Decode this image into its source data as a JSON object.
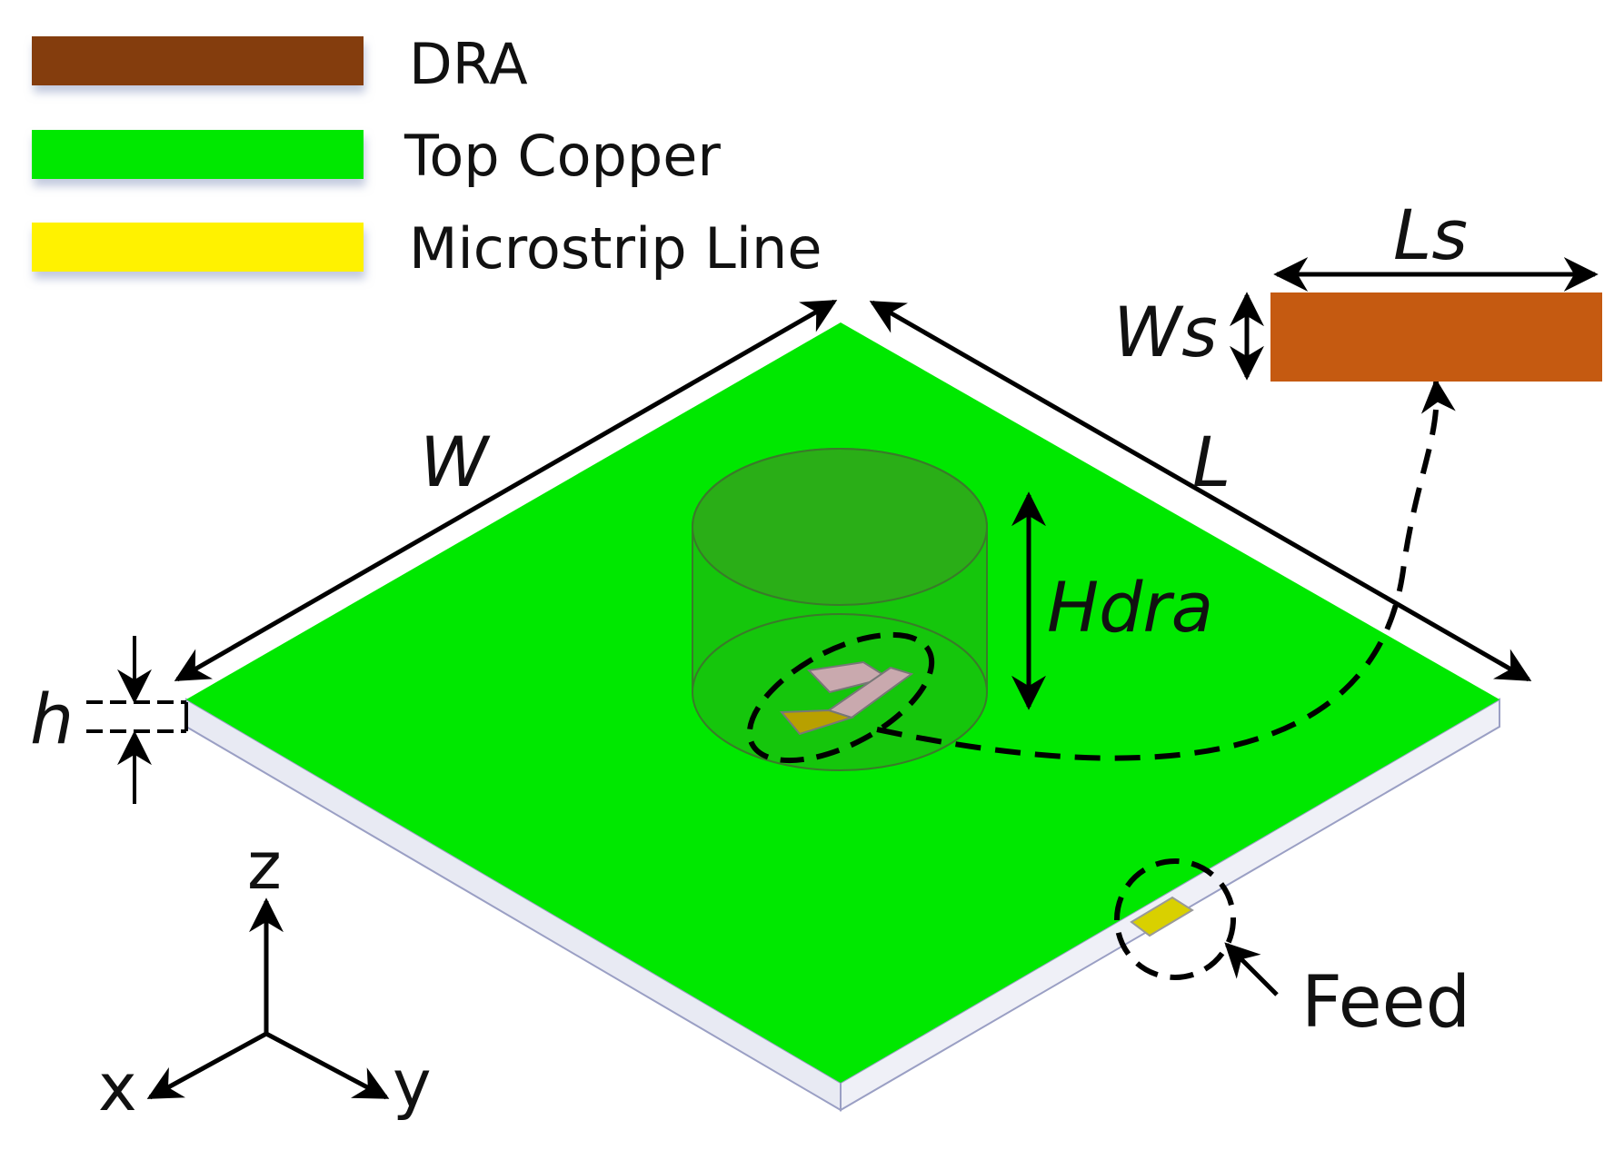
{
  "legend": [
    {
      "label": "DRA",
      "color": "#843C0C"
    },
    {
      "label": "Top Copper",
      "color": "#00E800"
    },
    {
      "label": "Microstrip Line",
      "color": "#FFF200"
    }
  ],
  "dimensions": {
    "W": "W",
    "L": "L",
    "h": "h",
    "Hdra": "Hdra",
    "Ls": "Ls",
    "Ws": "Ws"
  },
  "axes": {
    "z": "z",
    "x": "x",
    "y": "y"
  },
  "feed_label": "Feed",
  "colors": {
    "copper": "#00E800",
    "substrate_edge": "#E6E8F2",
    "dra_slot": "#C55A11",
    "cylinder": "#2F9E1A",
    "slot_pink": "#C9A9AE",
    "slot_yellow": "#B8A000",
    "feed_yellow": "#D9D000"
  }
}
